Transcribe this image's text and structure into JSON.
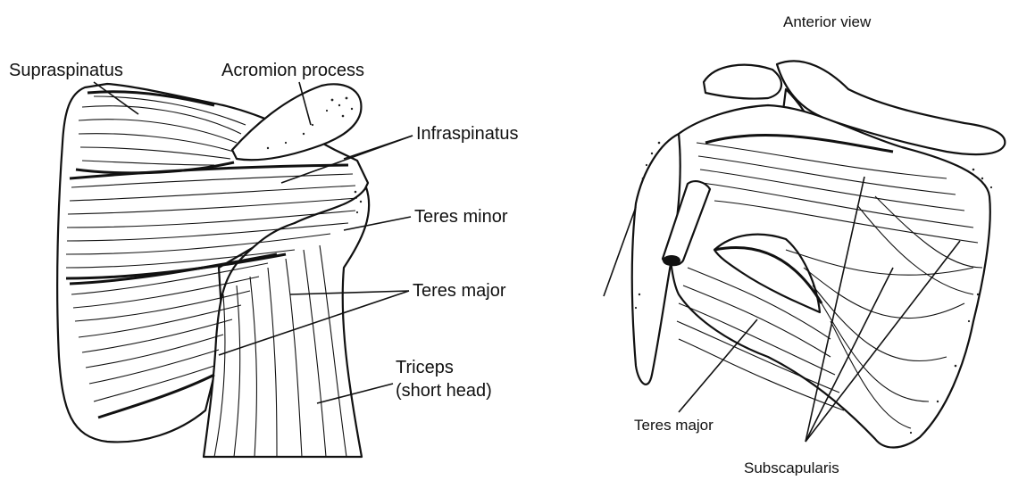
{
  "posterior": {
    "labels": {
      "supraspinatus": "Supraspinatus",
      "acromion": "Acromion process",
      "infraspinatus": "Infraspinatus",
      "teres_minor": "Teres minor",
      "teres_major": "Teres major",
      "triceps_line1": "Triceps",
      "triceps_line2": "(short head)"
    }
  },
  "anterior": {
    "title": "Anterior view",
    "labels": {
      "teres_major": "Teres major",
      "subscapularis": "Subscapularis"
    }
  },
  "colors": {
    "ink": "#111111",
    "background": "#ffffff"
  }
}
